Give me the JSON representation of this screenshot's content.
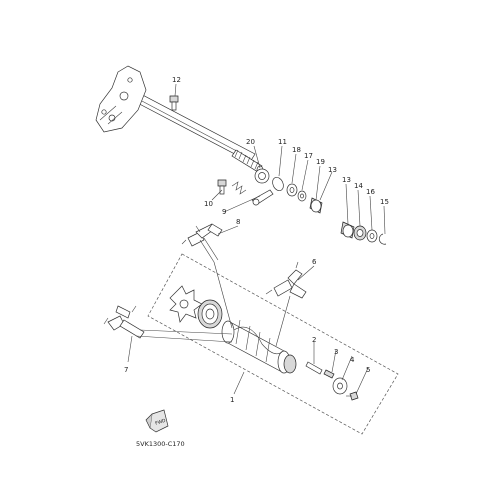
{
  "diagram": {
    "callouts": {
      "c1": "1",
      "c2": "2",
      "c3": "3",
      "c4": "4",
      "c5": "5",
      "c6": "6",
      "c7": "7",
      "c8": "8",
      "c9": "9",
      "c10": "10",
      "c11": "11",
      "c12": "12",
      "c13a": "13",
      "c13b": "13",
      "c14": "14",
      "c15": "15",
      "c16": "16",
      "c17": "17",
      "c18": "18",
      "c19": "19",
      "c20": "20"
    },
    "fwd_label": "FWD",
    "drawing_code": "5VK1300-C170"
  }
}
